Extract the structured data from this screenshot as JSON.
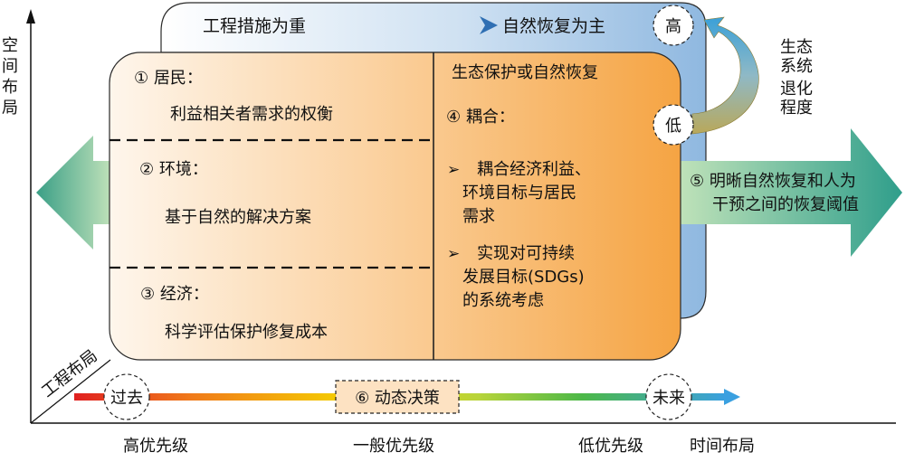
{
  "colors": {
    "blue_panel_light": "#ffffff",
    "blue_panel_dark": "#8fb8e0",
    "orange_light": "#fef4e8",
    "orange_dark": "#f5a443",
    "green_arrow_light": "#b8dcb5",
    "green_arrow_dark": "#2f9e8b",
    "arc_arrow": "#b6a653",
    "timeline_start": "#e02020",
    "timeline_mid": "#f5c000",
    "timeline_green": "#4cb848",
    "timeline_end": "#3aa0e0"
  },
  "axes": {
    "vertical_label": "空间布局",
    "diagonal_label": "工程布局",
    "horizontal_label": "时间布局"
  },
  "top_banner": {
    "left_text": "工程措施为重",
    "right_text": "自然恢复为主"
  },
  "degradation": {
    "label": "生态系统退化程度",
    "high": "高",
    "low": "低"
  },
  "left_box": {
    "residents_title": "① 居民：",
    "residents_text": "利益相关者需求的权衡",
    "environment_title": "② 环境：",
    "environment_text": "基于自然的解决方案",
    "economy_title": "③ 经济：",
    "economy_text": "科学评估保护修复成本"
  },
  "right_box": {
    "heading": "生态保护或自然恢复",
    "coupling_title": "④ 耦合：",
    "bullet_glyph": "➢",
    "bullet1_line1": "耦合经济利益、",
    "bullet1_line2": "环境目标与居民",
    "bullet1_line3": "需求",
    "bullet2_line1": "实现对可持续",
    "bullet2_line2": "发展目标(SDGs)",
    "bullet2_line3": "的系统考虑"
  },
  "threshold": {
    "line1": "⑤ 明晰自然恢复和人为",
    "line2": "干预之间的恢复阈值"
  },
  "timeline": {
    "past": "过去",
    "future": "未来",
    "dynamic": "⑥ 动态决策"
  },
  "priorities": {
    "high": "高优先级",
    "medium": "一般优先级",
    "low": "低优先级"
  }
}
